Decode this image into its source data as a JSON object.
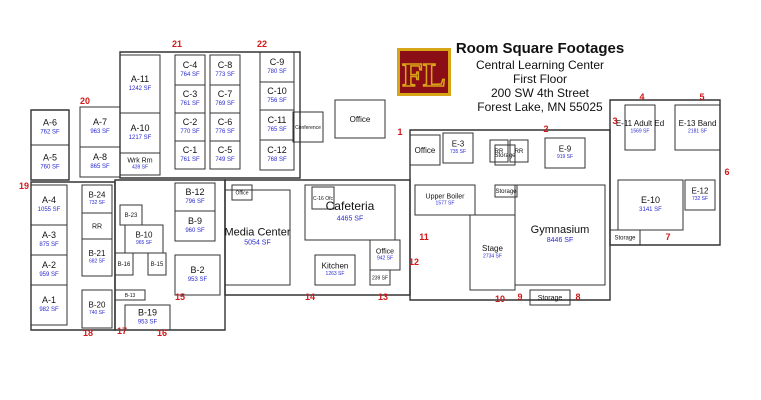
{
  "header": {
    "title": "Room Square Footages",
    "lines": [
      "Central Learning Center",
      "First Floor",
      "200 SW 4th Street",
      "Forest Lake, MN  55025"
    ],
    "logo_text": "FL"
  },
  "colors": {
    "wall": "#333333",
    "sf": "#2a2ad0",
    "marker": "#d01818",
    "logo_red": "#8b0d16",
    "logo_gold": "#d8a418"
  },
  "rooms": [
    {
      "id": "A-6",
      "sf": "762 SF"
    },
    {
      "id": "A-5",
      "sf": "760 SF"
    },
    {
      "id": "A-7",
      "sf": "963 SF"
    },
    {
      "id": "A-8",
      "sf": "865 SF"
    },
    {
      "id": "A-11",
      "sf": "1242 SF"
    },
    {
      "id": "A-10",
      "sf": "1217 SF"
    },
    {
      "id": "Wrk Rm",
      "sf": "439 SF"
    },
    {
      "id": "C-4",
      "sf": "764 SF"
    },
    {
      "id": "C-3",
      "sf": "761 SF"
    },
    {
      "id": "C-2",
      "sf": "770 SF"
    },
    {
      "id": "C-1",
      "sf": "761 SF"
    },
    {
      "id": "C-8",
      "sf": "773 SF"
    },
    {
      "id": "C-7",
      "sf": "769 SF"
    },
    {
      "id": "C-6",
      "sf": "776 SF"
    },
    {
      "id": "C-5",
      "sf": "749 SF"
    },
    {
      "id": "C-9",
      "sf": "780 SF"
    },
    {
      "id": "C-10",
      "sf": "756 SF"
    },
    {
      "id": "C-11",
      "sf": "765 SF"
    },
    {
      "id": "C-12",
      "sf": "768 SF"
    },
    {
      "id": "A-4",
      "sf": "1055 SF"
    },
    {
      "id": "A-3",
      "sf": "875 SF"
    },
    {
      "id": "A-2",
      "sf": "959 SF"
    },
    {
      "id": "A-1",
      "sf": "982 SF"
    },
    {
      "id": "B-24",
      "sf": "732 SF"
    },
    {
      "id": "RR",
      "sf": ""
    },
    {
      "id": "B-21",
      "sf": "682 SF"
    },
    {
      "id": "B-20",
      "sf": "740 SF"
    },
    {
      "id": "B-23",
      "sf": ""
    },
    {
      "id": "B-10",
      "sf": "965 SF"
    },
    {
      "id": "B-16",
      "sf": ""
    },
    {
      "id": "B-15",
      "sf": ""
    },
    {
      "id": "B-12",
      "sf": "796 SF"
    },
    {
      "id": "B-9",
      "sf": "960 SF"
    },
    {
      "id": "B-2",
      "sf": "953 SF"
    },
    {
      "id": "B-19",
      "sf": "953 SF"
    },
    {
      "id": "Media Center",
      "sf": "5054 SF"
    },
    {
      "id": "Cafeteria",
      "sf": "4465 SF"
    },
    {
      "id": "Kitchen",
      "sf": "1263 SF"
    },
    {
      "id": "Office",
      "sf": ""
    },
    {
      "id": "Office",
      "sf": "942 SF"
    },
    {
      "id": "Office",
      "sf": ""
    },
    {
      "id": "E-3",
      "sf": "735 SF"
    },
    {
      "id": "E-9",
      "sf": "919 SF"
    },
    {
      "id": "E-11 Adult Ed",
      "sf": "1569 SF"
    },
    {
      "id": "E-13 Band",
      "sf": "2181 SF"
    },
    {
      "id": "E-10",
      "sf": "3141 SF"
    },
    {
      "id": "E-12",
      "sf": "732 SF"
    },
    {
      "id": "Upper Boiler",
      "sf": "1577 SF"
    },
    {
      "id": "Stage",
      "sf": "2734 SF"
    },
    {
      "id": "Gymnasium",
      "sf": "8446 SF"
    },
    {
      "id": "Storage",
      "sf": ""
    },
    {
      "id": "Storage",
      "sf": ""
    },
    {
      "id": "Storage",
      "sf": ""
    },
    {
      "id": "Storage",
      "sf": ""
    },
    {
      "id": "RR",
      "sf": ""
    },
    {
      "id": "RR",
      "sf": ""
    },
    {
      "id": "Conference",
      "sf": ""
    },
    {
      "id": "C-16 Ofc",
      "sf": ""
    },
    {
      "id": "Office",
      "sf": ""
    },
    {
      "id": "B-13",
      "sf": ""
    },
    {
      "id": "239 SF",
      "sf": ""
    }
  ],
  "markers": [
    "1",
    "2",
    "3",
    "4",
    "5",
    "6",
    "7",
    "8",
    "9",
    "10",
    "11",
    "12",
    "13",
    "14",
    "15",
    "16",
    "17",
    "18",
    "19",
    "20",
    "21",
    "22"
  ]
}
